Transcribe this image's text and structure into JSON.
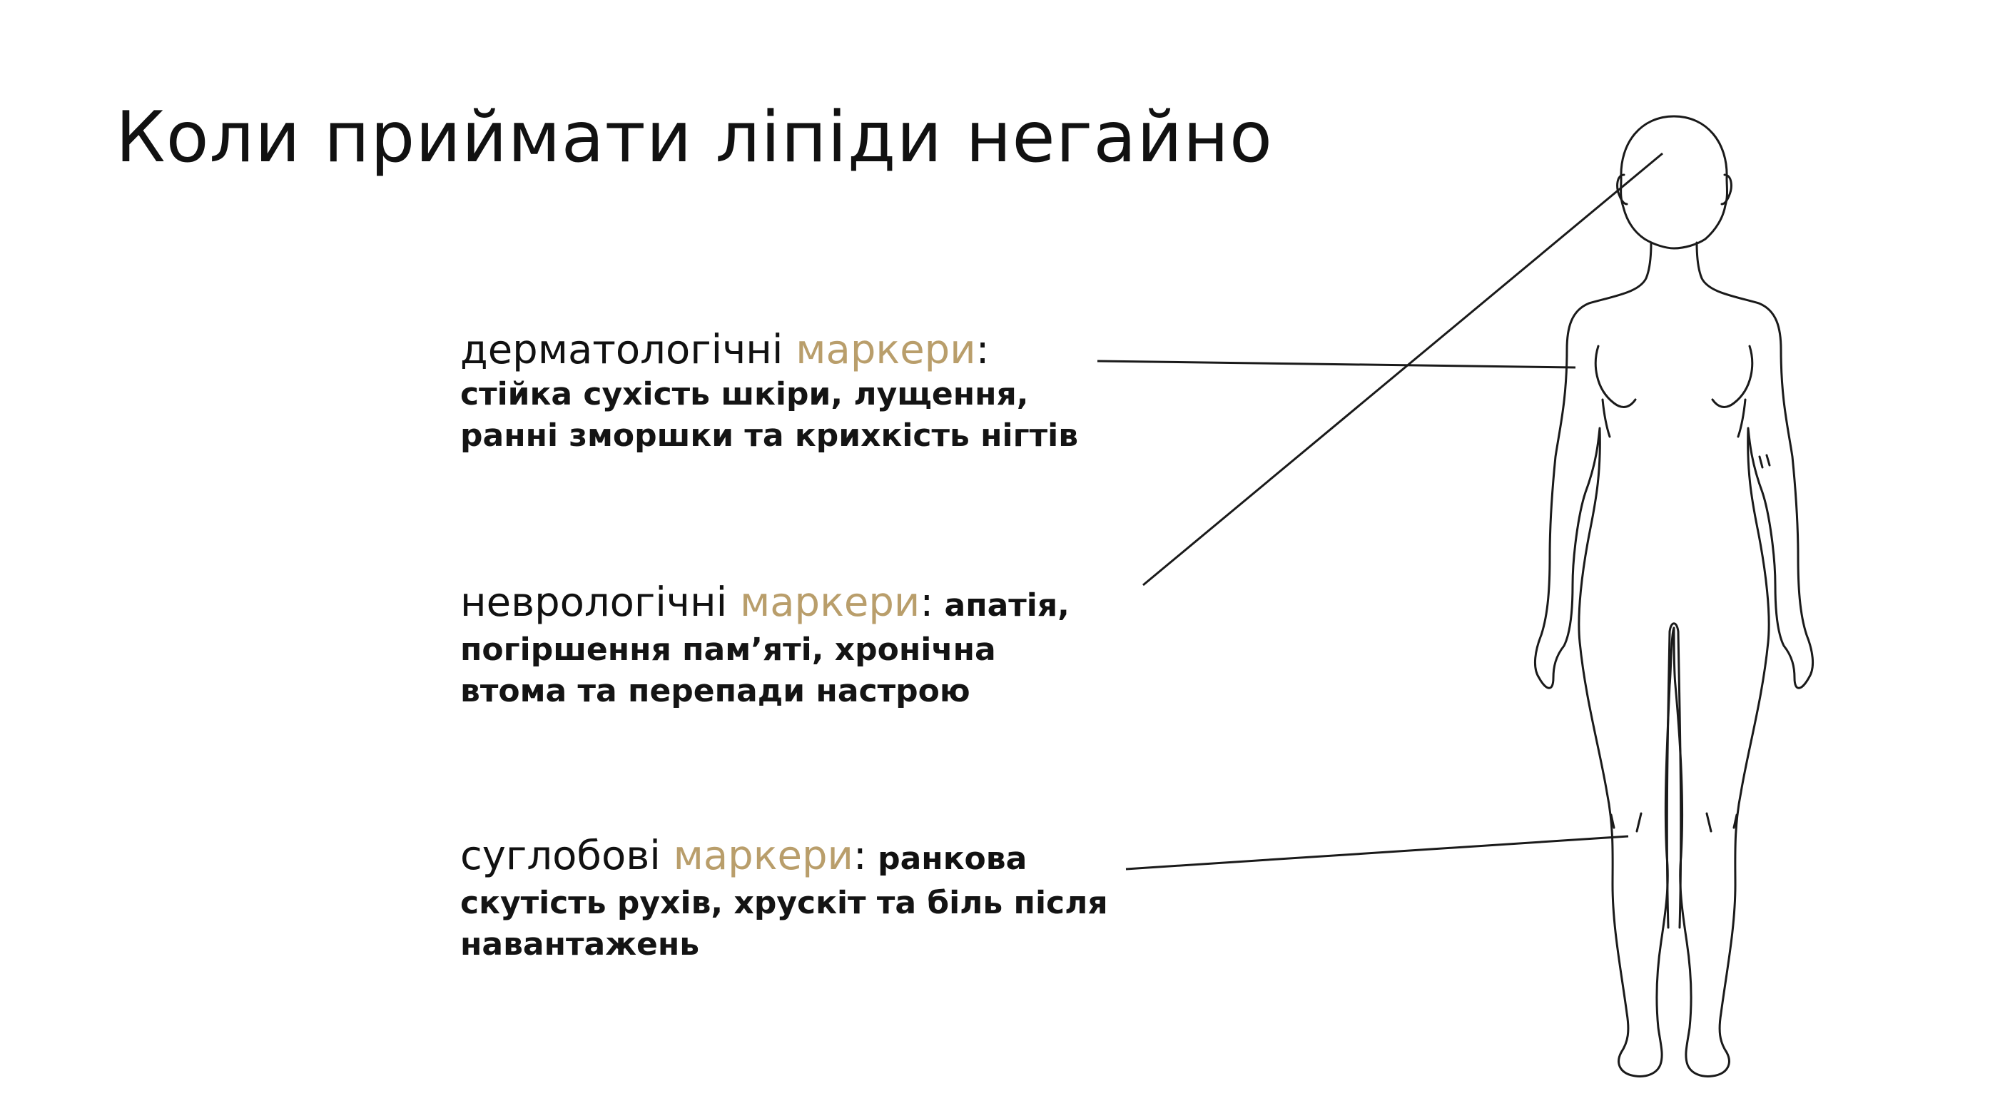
{
  "slide": {
    "title": "Коли приймати ліпіди негайно",
    "markers": [
      {
        "category": "дерматологічні",
        "accent": "маркери",
        "colon": ":",
        "inline_text": "",
        "lines": [
          "стійка сухість шкіри, лущення,",
          "ранні зморшки та крихкість нігтів"
        ]
      },
      {
        "category": "неврологічні",
        "accent": "маркери",
        "colon": ":",
        "inline_text": " апатія,",
        "lines": [
          "погіршення пам’яті, хронічна",
          "втома та перепади настрою"
        ]
      },
      {
        "category": "суглобові",
        "accent": "маркери",
        "colon": ":",
        "inline_text": " ранкова",
        "lines": [
          "скутість рухів, хрускіт та біль після",
          "навантажень"
        ]
      }
    ]
  },
  "colors": {
    "accent": "#b99e6b",
    "text": "#111111",
    "line": "#1a1a1a"
  }
}
